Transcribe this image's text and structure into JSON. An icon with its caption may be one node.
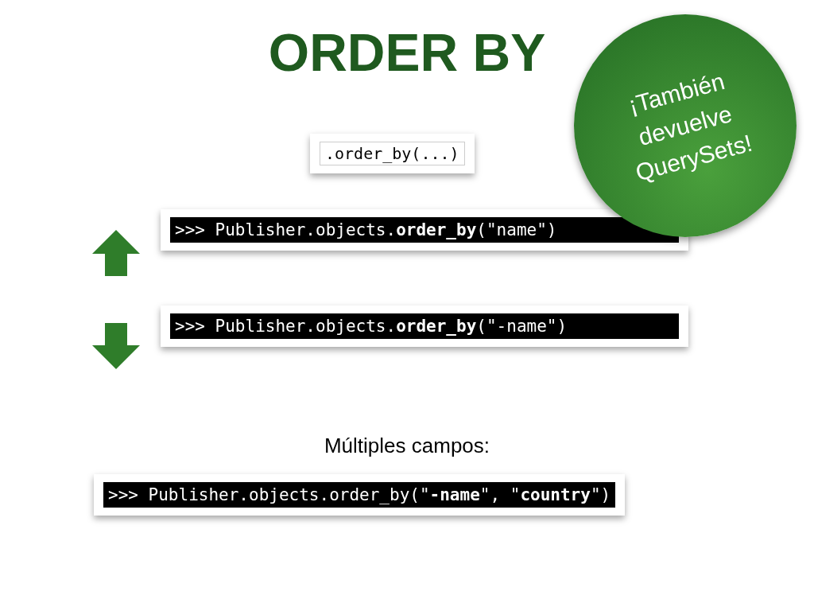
{
  "diagram": {
    "title": "ORDER BY",
    "nodes": [
      {
        "text": [
          ".order_by(...)"
        ]
      },
      {
        "text": [
          ">>> Publisher.objects.**order_by**(\"name\")"
        ]
      },
      {
        "text": [
          ">>> Publisher.objects.**order_by**(\"-name\")"
        ]
      },
      {
        "text": [
          ">>> Publisher.objects.order_by(\"**-name**\", \"**country**\")"
        ]
      },
      {
        "text": [
          "¡También devuelve QuerySets!"
        ]
      }
    ],
    "edges": [],
    "labels": [
      "Múltiples campos:"
    ]
  }
}
